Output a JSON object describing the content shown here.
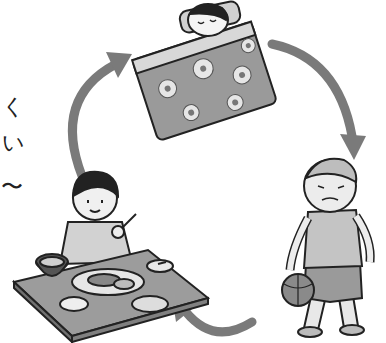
{
  "diagram": {
    "labels": [
      "く",
      "い",
      "〜"
    ]
  }
}
